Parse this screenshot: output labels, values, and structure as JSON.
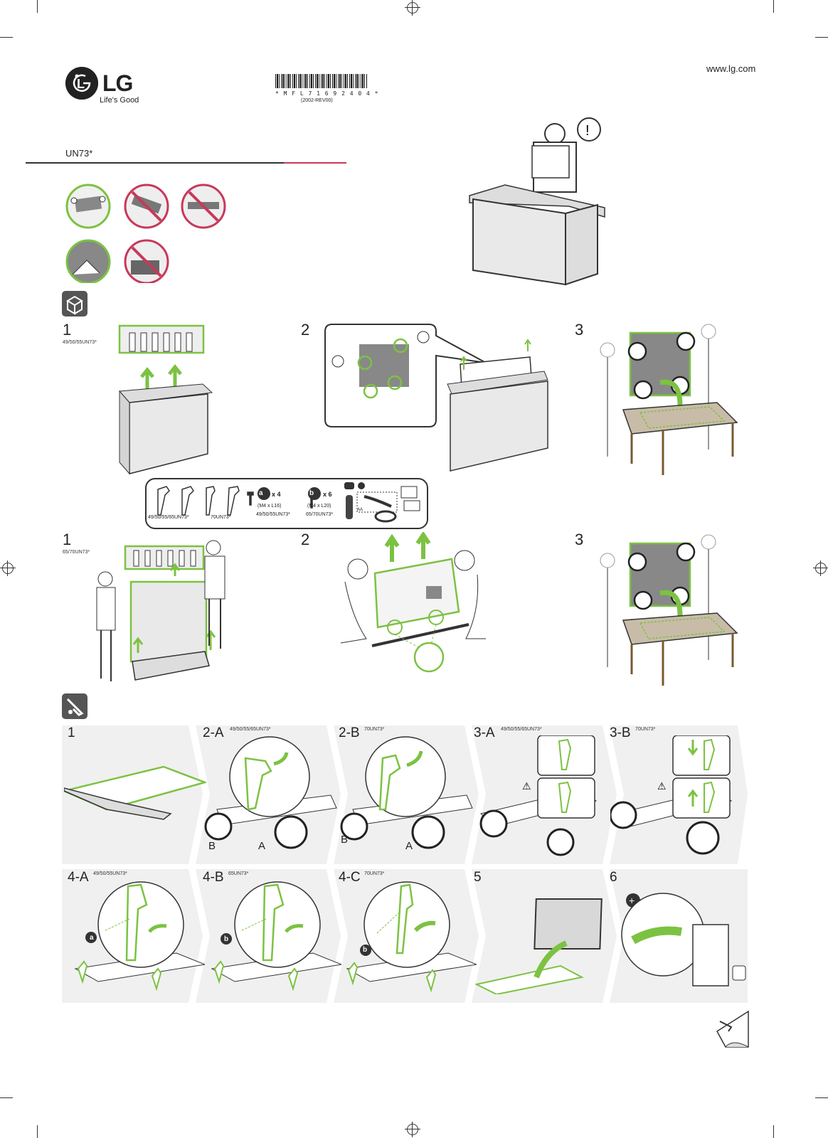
{
  "header": {
    "website": "www.lg.com",
    "brand": "LG",
    "tagline": "Life's Good",
    "barcode_text": "* M F L 7 1 6 9 2 4 0 4 *",
    "revision": "(2002-REV00)",
    "model": "UN73*"
  },
  "unpack_section": {
    "row1": [
      {
        "num": "1",
        "models": "49/50/55UN73*"
      },
      {
        "num": "2",
        "models": ""
      },
      {
        "num": "3",
        "models": ""
      }
    ],
    "row2": [
      {
        "num": "1",
        "models": "65/70UN73*"
      },
      {
        "num": "2",
        "models": ""
      },
      {
        "num": "3",
        "models": ""
      }
    ],
    "parts": {
      "stand_a_models": "49/50/55/65UN73*",
      "stand_b_models": "70UN73*",
      "screw_a_letter": "a",
      "screw_a_qty": "x 4",
      "screw_a_size": "(M4 x L16)",
      "screw_a_models": "49/50/55UN73*",
      "screw_b_letter": "b",
      "screw_b_qty": "x 6",
      "screw_b_size": "(M4 x L20)",
      "screw_b_models": "65/70UN73*",
      "battery_label": "AA"
    }
  },
  "assembly_section": {
    "row1": [
      {
        "num": "1",
        "models": ""
      },
      {
        "num": "2-A",
        "models": "49/50/55/65UN73*",
        "label_left": "B",
        "label_right": "A"
      },
      {
        "num": "2-B",
        "models": "70UN73*",
        "label_left": "B",
        "label_right": "A"
      },
      {
        "num": "3-A",
        "models": "49/50/55/65UN73*"
      },
      {
        "num": "3-B",
        "models": "70UN73*"
      }
    ],
    "row2": [
      {
        "num": "4-A",
        "models": "49/50/55UN73*",
        "screw": "a"
      },
      {
        "num": "4-B",
        "models": "65UN73*",
        "screw": "b"
      },
      {
        "num": "4-C",
        "models": "70UN73*",
        "screw": "b"
      },
      {
        "num": "5",
        "models": ""
      },
      {
        "num": "6",
        "models": ""
      }
    ]
  },
  "colors": {
    "accent_green": "#7cc242",
    "warning_red": "#c8385a",
    "dark": "#222222"
  }
}
